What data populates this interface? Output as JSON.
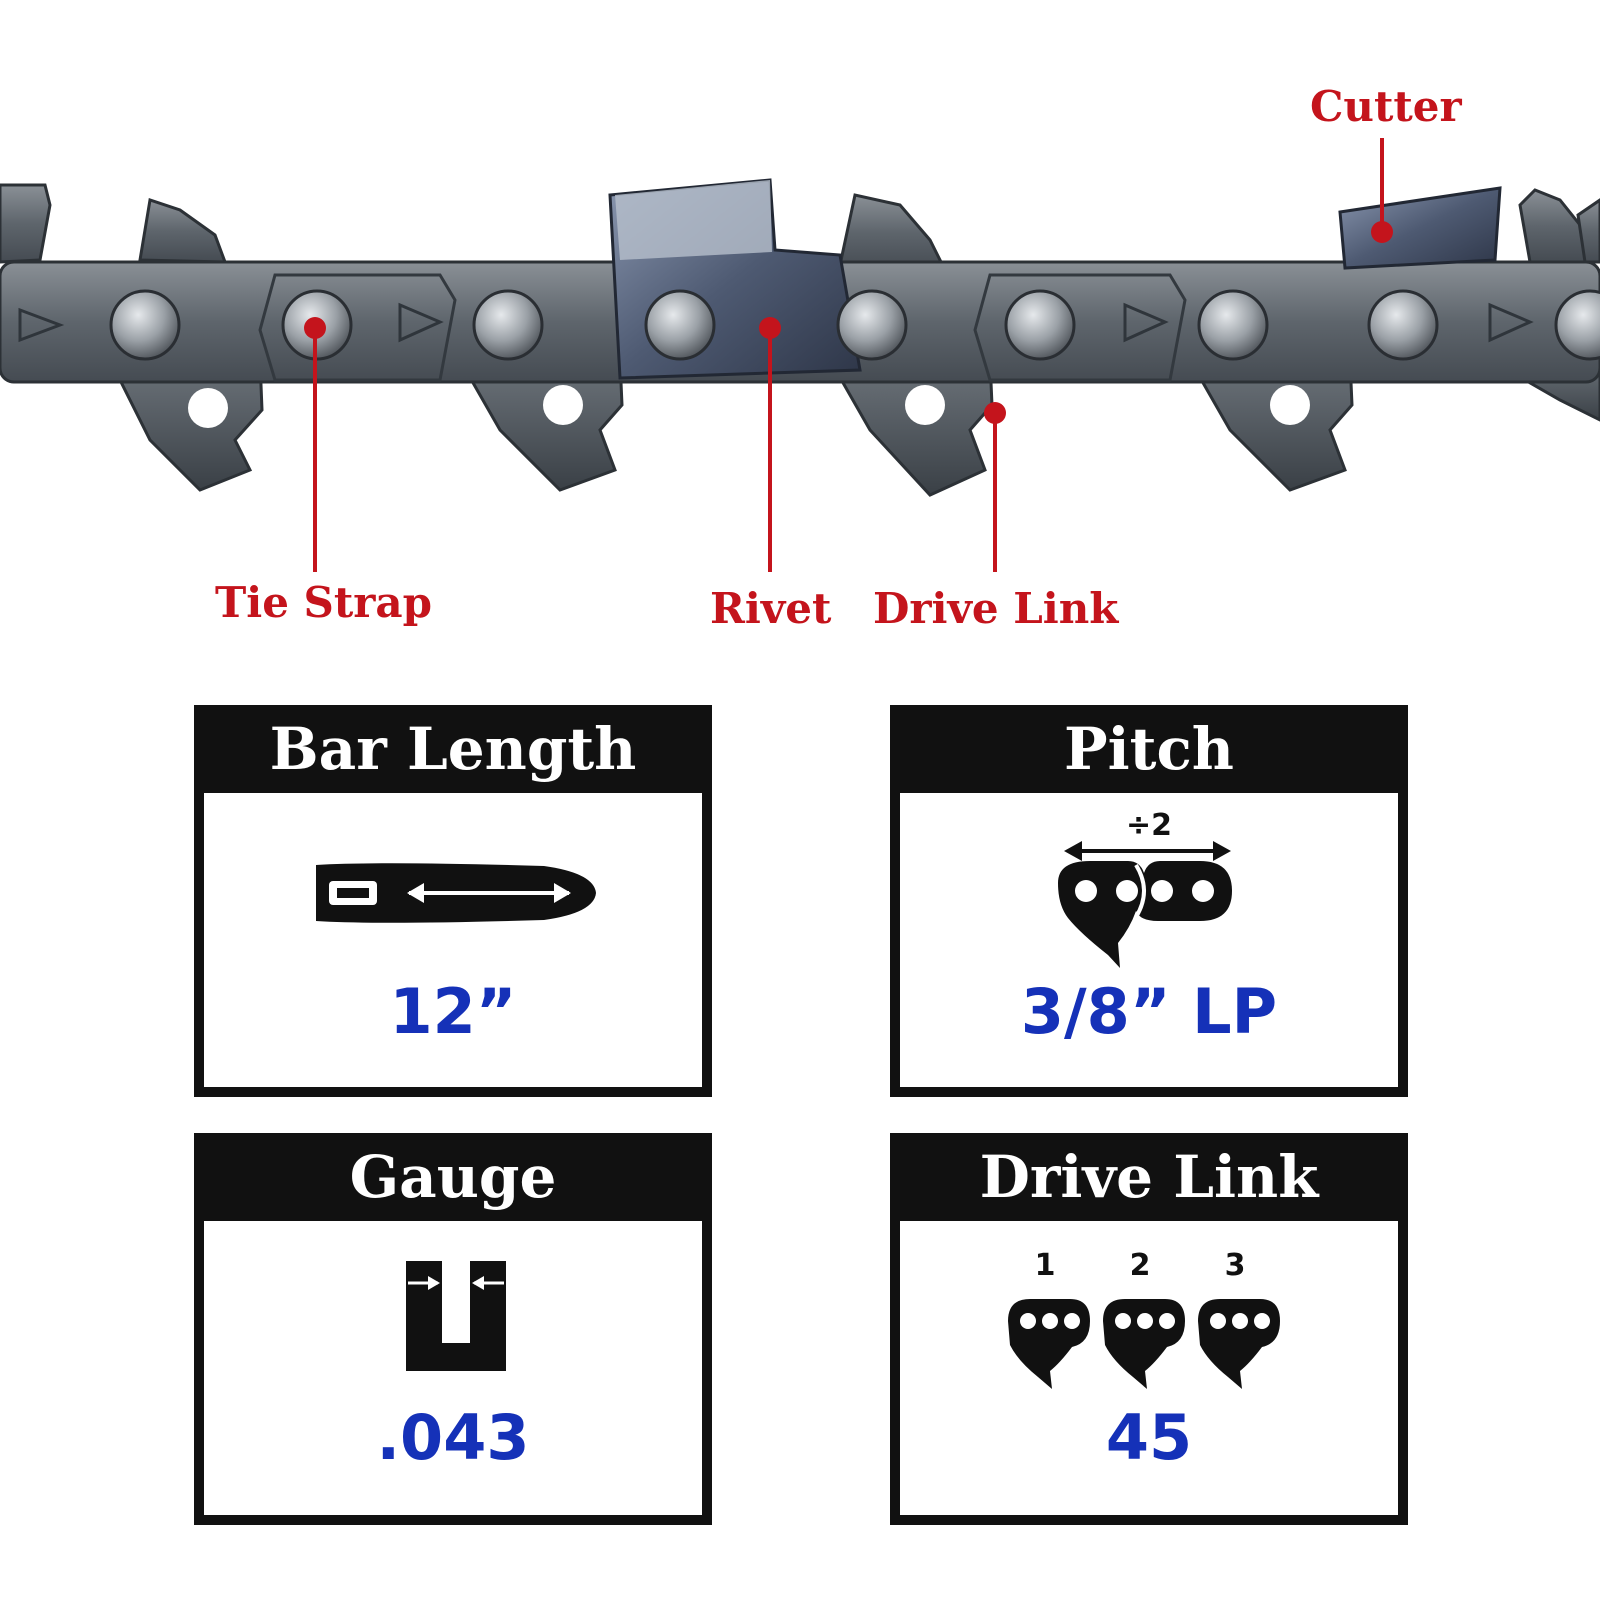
{
  "callouts": {
    "cutter": "Cutter",
    "tie_strap": "Tie Strap",
    "rivet": "Rivet",
    "drive_link": "Drive Link"
  },
  "specs": {
    "bar_length": {
      "title": "Bar Length",
      "value": "12”"
    },
    "pitch": {
      "title": "Pitch",
      "value": "3/8” LP",
      "icon_label": "÷2"
    },
    "gauge": {
      "title": "Gauge",
      "value": ".043"
    },
    "drive_link": {
      "title": "Drive Link",
      "value": "45",
      "icon_labels": [
        "1",
        "2",
        "3"
      ]
    }
  },
  "colors": {
    "callout": "#c4141c",
    "value": "#1531b8",
    "frame": "#111111"
  }
}
